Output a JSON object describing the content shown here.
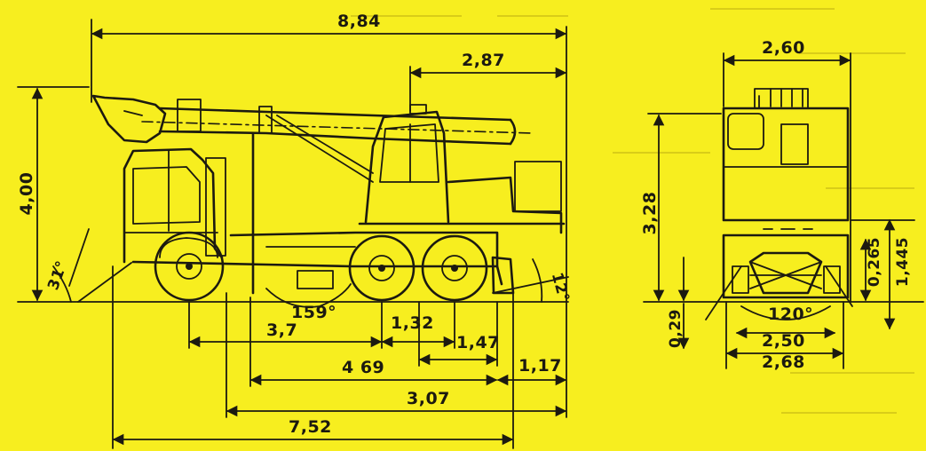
{
  "dimensions": {
    "overall_length": "8,84",
    "rear_overhang": "2,87",
    "height": "4,00",
    "approach_angle": "31°",
    "boom_angle": "159°",
    "departure_angle": "12°",
    "wheelbase_front": "3,7",
    "wheelbase_mid": "1,32",
    "rear_axle_spacing": "1,47",
    "total_wheelbase": "4 69",
    "rear_to_end": "1,17",
    "rear_section": "3,07",
    "body_length": "7,52",
    "overall_width": "2,60",
    "cab_height": "3,28",
    "ground_clearance": "0,29",
    "clearance_right": "0,265",
    "axle_height": "1,445",
    "cross_angle": "120°",
    "track_width": "2,50",
    "outer_width": "2,68"
  },
  "colors": {
    "background": "#f7ee1f",
    "ink": "#1c1a10"
  }
}
